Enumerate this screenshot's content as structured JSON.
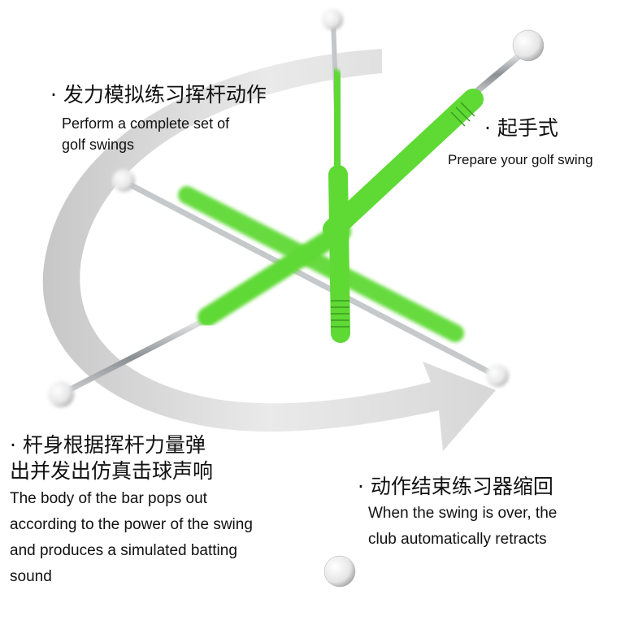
{
  "annotations": {
    "top_left": {
      "heading": "· 发力模拟练习挥杆动作",
      "line1": "Perform a complete set of",
      "line2": "golf swings"
    },
    "top_right": {
      "heading": "· 起手式",
      "line1": "Prepare your golf swing"
    },
    "bottom_left": {
      "heading1": "· 杆身根据挥杆力量弹",
      "heading2": "出并发出仿真击球声响",
      "line1": "The body of the bar pops out",
      "line2": "according to the power of the swing",
      "line3": "and produces a simulated batting",
      "line4": "sound"
    },
    "bottom_right": {
      "heading": "· 动作结束练习器缩回",
      "line1": "When the swing is over, the",
      "line2": "club automatically retracts"
    }
  },
  "colors": {
    "grip_green": "#5fd934",
    "grip_dark": "#2f8a1a",
    "shaft_silver": "#b8bcc0",
    "arrow_gray": "#c9c9c9",
    "ball_white": "#f2f2f2"
  }
}
